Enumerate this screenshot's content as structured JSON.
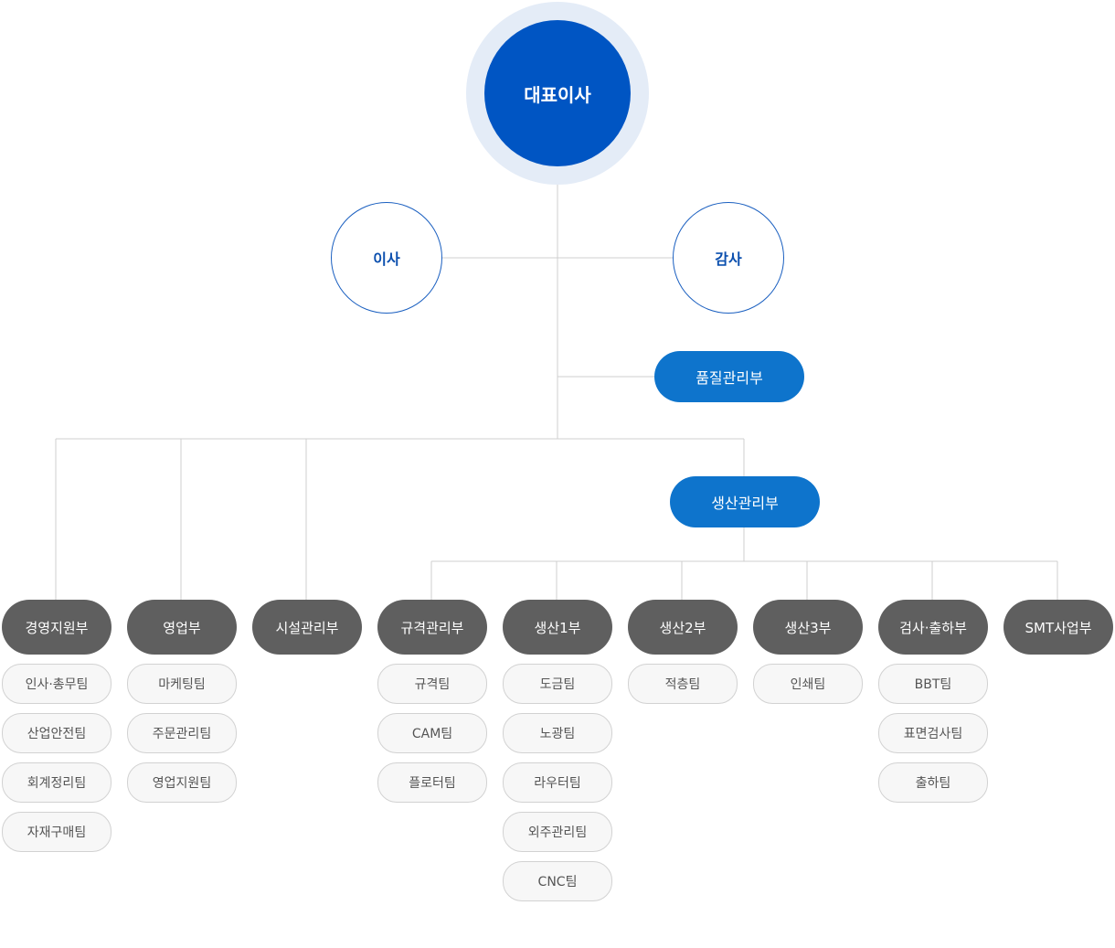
{
  "ceo": "대표이사",
  "director": "이사",
  "auditor": "감사",
  "quality": "품질관리부",
  "production_mgmt": "생산관리부",
  "departments": [
    {
      "label": "경영지원부",
      "teams": [
        "인사·총무팀",
        "산업안전팀",
        "회계정리팀",
        "자재구매팀"
      ]
    },
    {
      "label": "영업부",
      "teams": [
        "마케팅팀",
        "주문관리팀",
        "영업지원팀"
      ]
    },
    {
      "label": "시설관리부",
      "teams": []
    },
    {
      "label": "규격관리부",
      "teams": [
        "규격팀",
        "CAM팀",
        "플로터팀"
      ]
    },
    {
      "label": "생산1부",
      "teams": [
        "도금팀",
        "노광팀",
        "라우터팀",
        "외주관리팀",
        "CNC팀"
      ]
    },
    {
      "label": "생산2부",
      "teams": [
        "적층팀"
      ]
    },
    {
      "label": "생산3부",
      "teams": [
        "인쇄팀"
      ]
    },
    {
      "label": "검사·출하부",
      "teams": [
        "BBT팀",
        "표면검사팀",
        "출하팀"
      ]
    },
    {
      "label": "SMT사업부",
      "teams": []
    }
  ],
  "colors": {
    "ceo": "#0055c3",
    "pill_blue": "#0e74cc",
    "dept": "#5f5f5f",
    "line": "#cfcfcf"
  }
}
